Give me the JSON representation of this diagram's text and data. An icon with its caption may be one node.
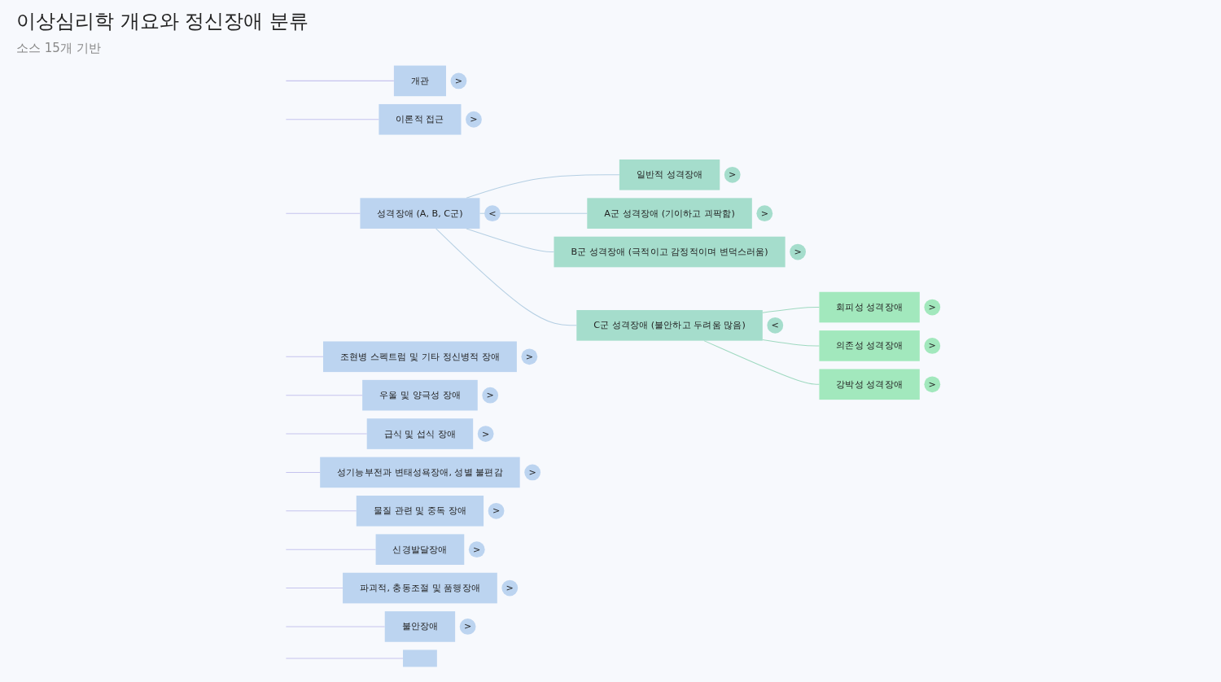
{
  "diagram": {
    "title": "이상심리학 개요와 정신장애 분류",
    "caption": "소스 15개 기반",
    "nodes": [
      {
        "text": [
          "개관"
        ],
        "beside": [
          ">"
        ]
      },
      {
        "text": [
          "이론적 접근"
        ],
        "beside": [
          ">"
        ]
      },
      {
        "text": [
          "성격장애 (A, B, C군)"
        ],
        "beside": [
          "<"
        ]
      },
      {
        "text": [
          "일반적 성격장애"
        ],
        "beside": [
          ">"
        ]
      },
      {
        "text": [
          "A군 성격장애 (기이하고 괴팍함)"
        ],
        "beside": [
          ">"
        ]
      },
      {
        "text": [
          "B군 성격장애 (극적이고 감정적이며 변덕스러움)"
        ],
        "beside": [
          ">"
        ]
      },
      {
        "text": [
          "C군 성격장애 (불안하고 두려움 많음)"
        ],
        "beside": [
          "<"
        ]
      },
      {
        "text": [
          "회피성 성격장애"
        ],
        "beside": [
          ">"
        ]
      },
      {
        "text": [
          "의존성 성격장애"
        ],
        "beside": [
          ">"
        ]
      },
      {
        "text": [
          "강박성 성격장애"
        ],
        "beside": [
          ">"
        ]
      },
      {
        "text": [
          "조현병 스펙트럼 및 기타 정신병적 장애"
        ],
        "beside": [
          ">"
        ]
      },
      {
        "text": [
          "우울 및 양극성 장애"
        ],
        "beside": [
          ">"
        ]
      },
      {
        "text": [
          "급식 및 섭식 장애"
        ],
        "beside": [
          ">"
        ]
      },
      {
        "text": [
          "성기능부전과 변태성욕장애, 성별 불편감"
        ],
        "beside": [
          ">"
        ]
      },
      {
        "text": [
          "물질 관련 및 중독 장애"
        ],
        "beside": [
          ">"
        ]
      },
      {
        "text": [
          "신경발달장애"
        ],
        "beside": [
          ">"
        ]
      },
      {
        "text": [
          "파괴적, 충동조절 및 품행장애"
        ],
        "beside": [
          ">"
        ]
      },
      {
        "text": [
          "불안장애"
        ],
        "beside": [
          ">"
        ]
      },
      {
        "text": [],
        "shape": "box"
      }
    ],
    "edges": [
      {
        "from": null,
        "to": 0,
        "arrow": "none"
      },
      {
        "from": null,
        "to": 1,
        "arrow": "none"
      },
      {
        "from": null,
        "to": 2,
        "arrow": "none"
      },
      {
        "from": null,
        "to": 10,
        "arrow": "none"
      },
      {
        "from": null,
        "to": 11,
        "arrow": "none"
      },
      {
        "from": null,
        "to": 12,
        "arrow": "none"
      },
      {
        "from": null,
        "to": 13,
        "arrow": "none"
      },
      {
        "from": null,
        "to": 14,
        "arrow": "none"
      },
      {
        "from": null,
        "to": 15,
        "arrow": "none"
      },
      {
        "from": null,
        "to": 16,
        "arrow": "none"
      },
      {
        "from": null,
        "to": 17,
        "arrow": "none"
      },
      {
        "from": null,
        "to": 18,
        "arrow": "none"
      },
      {
        "from": 2,
        "to": 3,
        "arrow": "none",
        "color": "#b5cfe3"
      },
      {
        "from": 2,
        "to": 4,
        "arrow": "none",
        "color": "#b5cfe3"
      },
      {
        "from": 2,
        "to": 5,
        "arrow": "none",
        "color": "#b5cfe3"
      },
      {
        "from": 2,
        "to": 6,
        "arrow": "none",
        "color": "#b5cfe3"
      },
      {
        "from": 6,
        "to": 7,
        "arrow": "none",
        "color": "#9fd9c0"
      },
      {
        "from": 6,
        "to": 8,
        "arrow": "none",
        "color": "#9fd9c0"
      },
      {
        "from": 6,
        "to": 9,
        "arrow": "none",
        "color": "#9fd9c0"
      }
    ]
  }
}
